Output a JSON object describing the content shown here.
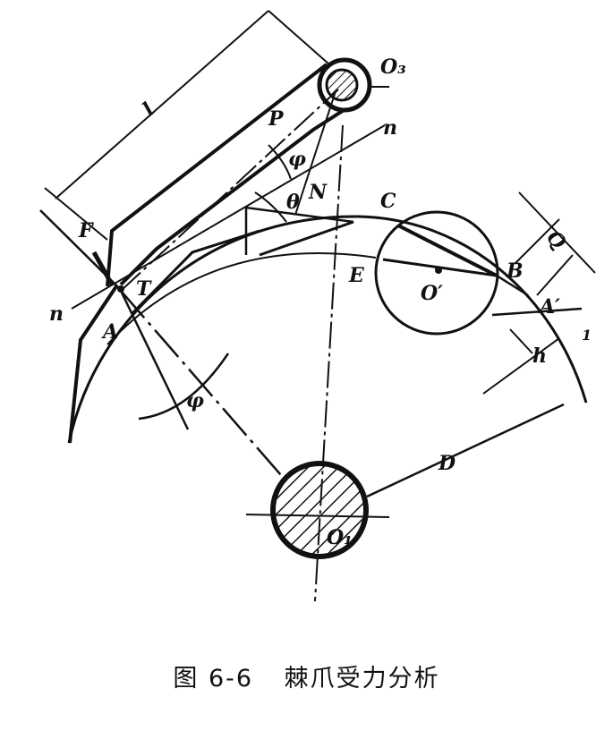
{
  "labels": {
    "O3": "O₃",
    "P": "P",
    "n_top": "n",
    "phi_top": "φ",
    "theta": "θ",
    "N": "N",
    "C": "C",
    "l": "l",
    "F": "F",
    "T": "T",
    "n_left": "n",
    "A": "A",
    "E": "E",
    "O_prime": "O′",
    "B": "B",
    "Q": "Q",
    "A_prime": "A′",
    "small_one": "1",
    "h": "h",
    "phi_bottom": "φ",
    "D": "D",
    "O1": "O₁"
  },
  "caption": {
    "figure_no": "图 6-6",
    "title": "棘爪受力分析"
  }
}
